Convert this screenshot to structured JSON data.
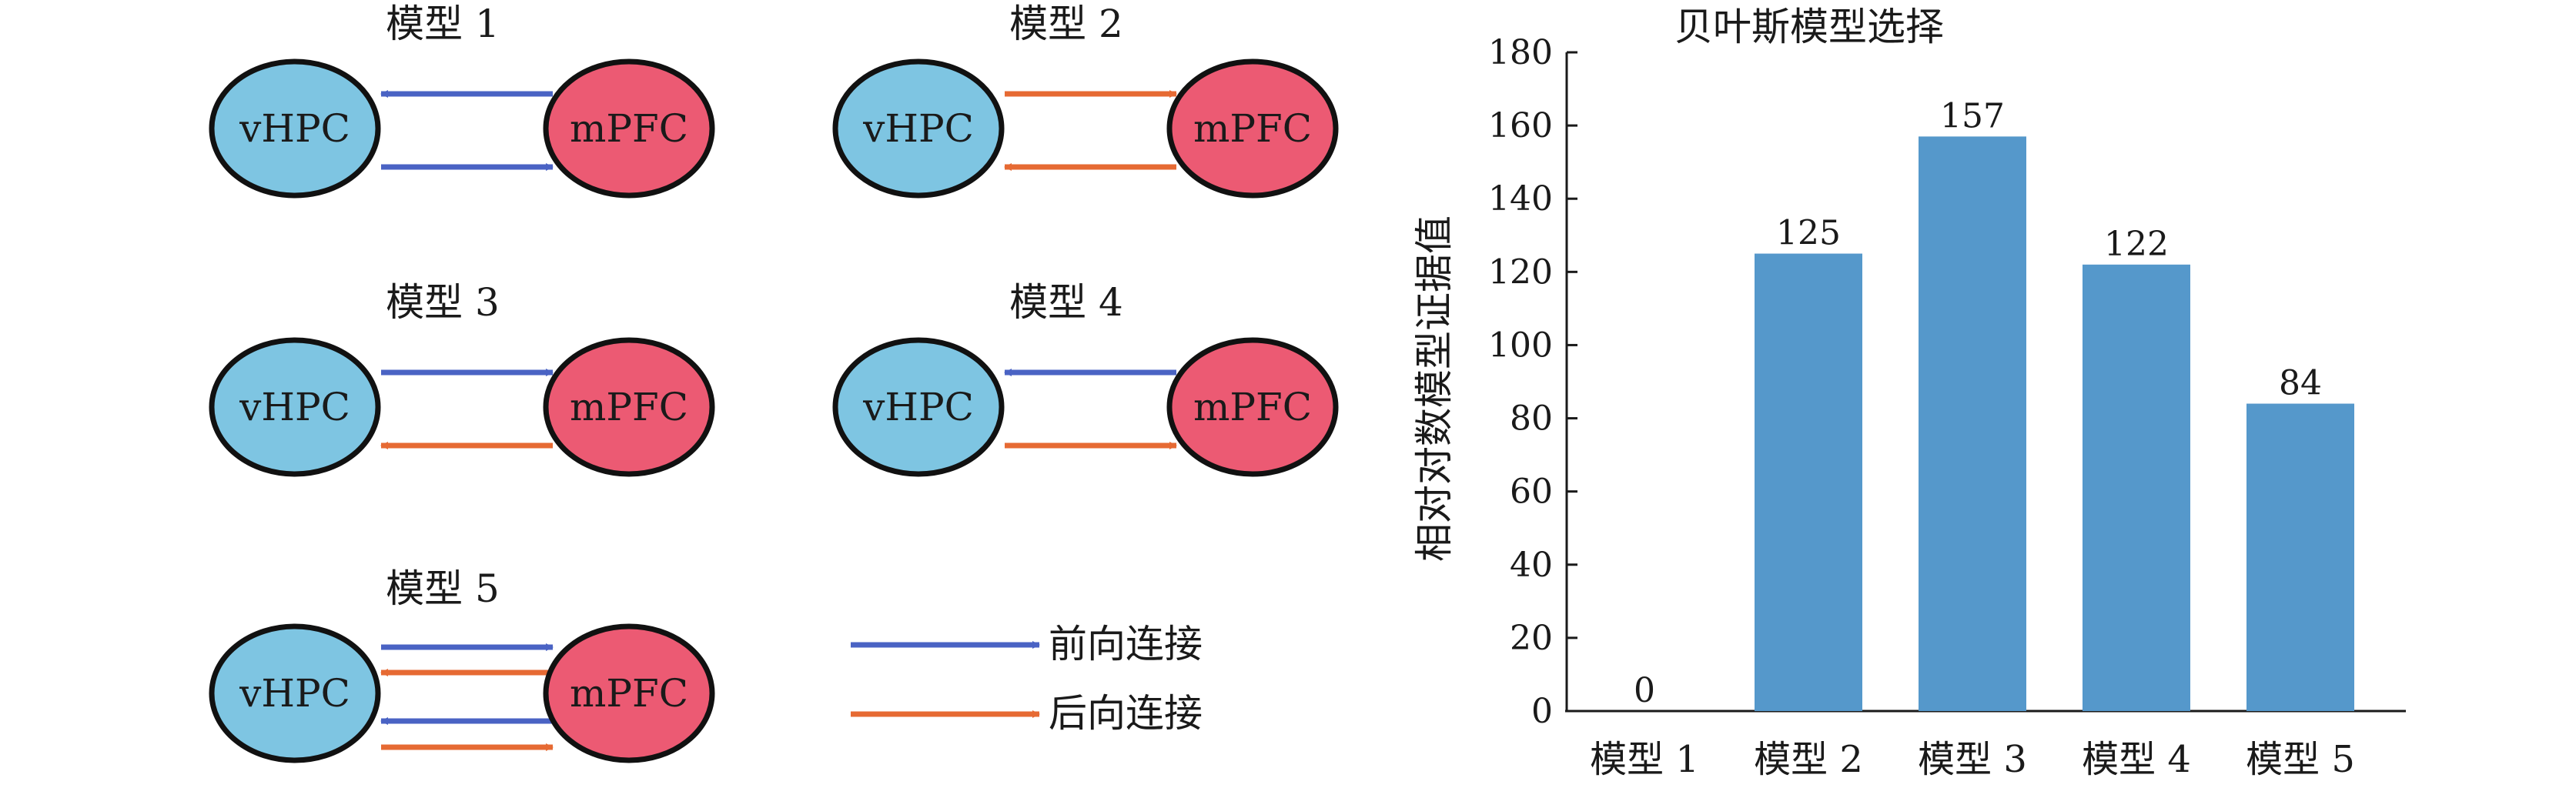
{
  "colors": {
    "vhpc_fill": "#7ec5e2",
    "mpfc_fill": "#ec5a73",
    "forward": "#4a63c4",
    "backward": "#e66a33",
    "bar": "#5598cb"
  },
  "nodes": {
    "vhpc": "vHPC",
    "mpfc": "mPFC"
  },
  "models": [
    {
      "title": "模型 1",
      "arrows": [
        "forward-left",
        "forward-right"
      ]
    },
    {
      "title": "模型 2",
      "arrows": [
        "backward-right",
        "backward-left"
      ]
    },
    {
      "title": "模型 3",
      "arrows": [
        "forward-right",
        "backward-left"
      ]
    },
    {
      "title": "模型 4",
      "arrows": [
        "forward-left",
        "backward-right"
      ]
    },
    {
      "title": "模型 5",
      "arrows": [
        "forward-right",
        "backward-left",
        "forward-left",
        "backward-right"
      ]
    }
  ],
  "legend": {
    "forward": "前向连接",
    "backward": "后向连接"
  },
  "chart_data": {
    "type": "bar",
    "title": "贝叶斯模型选择",
    "ylabel": "相对对数模型证据值",
    "xlabel": "",
    "categories": [
      "模型 1",
      "模型 2",
      "模型 3",
      "模型 4",
      "模型 5"
    ],
    "values": [
      0,
      125,
      157,
      122,
      84
    ],
    "data_labels": [
      "0",
      "125",
      "157",
      "122",
      "84"
    ],
    "ylim": [
      0,
      180
    ],
    "yticks": [
      0,
      20,
      40,
      60,
      80,
      100,
      120,
      140,
      160,
      180
    ],
    "grid": false
  }
}
